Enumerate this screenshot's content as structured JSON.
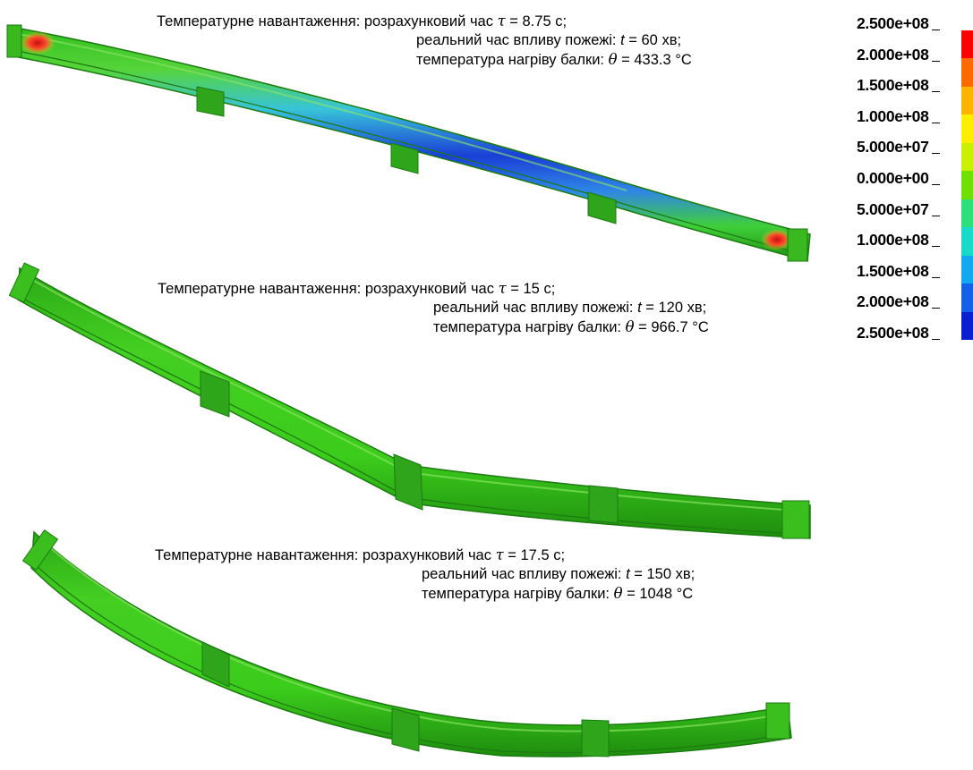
{
  "figure": {
    "captions": [
      {
        "prefix": "Температурне навантаження:",
        "line1_text": " розрахунковий час ",
        "tau_symbol": "τ",
        "tau_value": " = 8.75 с;",
        "line2_text": "реальний час впливу пожежі: ",
        "t_symbol": "t",
        "t_value": " = 60 хв;",
        "line3_text": "температура нагріву балки: ",
        "theta_symbol": "θ",
        "theta_value": " = 433.3 °C"
      },
      {
        "prefix": "Температурне навантаження:",
        "line1_text": " розрахунковий час ",
        "tau_symbol": "τ",
        "tau_value": " = 15 с;",
        "line2_text": "реальний час впливу пожежі: ",
        "t_symbol": "t",
        "t_value": " = 120 хв;",
        "line3_text": "температура нагріву балки: ",
        "theta_symbol": "θ",
        "theta_value": " = 966.7 °C"
      },
      {
        "prefix": "Температурне навантаження:",
        "line1_text": " розрахунковий час ",
        "tau_symbol": "τ",
        "tau_value": " = 17.5 с;",
        "line2_text": "реальний час впливу пожежі: ",
        "t_symbol": "t",
        "t_value": " = 150 хв;",
        "line3_text": "температура нагріву балки: ",
        "theta_symbol": "θ",
        "theta_value": " = 1048 °C"
      }
    ]
  },
  "legend": {
    "labels": [
      "2.500e+08",
      "2.000e+08",
      "1.500e+08",
      "1.000e+08",
      "5.000e+07",
      "0.000e+00",
      "5.000e+07",
      "1.000e+08",
      "1.500e+08",
      "2.000e+08",
      "2.500e+08"
    ],
    "colors": [
      "#ff0000",
      "#ff6a00",
      "#ffb400",
      "#ffee00",
      "#c8f000",
      "#6fe000",
      "#2ee07a",
      "#19d9c8",
      "#11a8f0",
      "#1560e8",
      "#0a1fd0"
    ]
  },
  "colors": {
    "beam_green": "#33c81a",
    "beam_dark": "#1f9a10",
    "beam_blue": "#1a3fd6",
    "beam_cyan": "#38c4e0",
    "hot_red": "#e8201a"
  }
}
